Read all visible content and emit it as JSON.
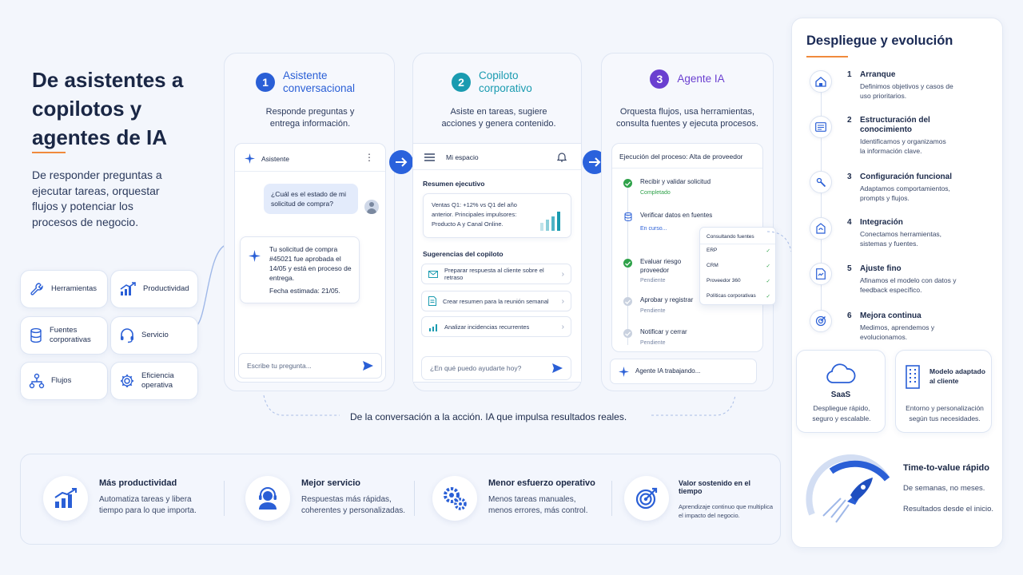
{
  "title": "De asistentes a copilotos y agentes de IA",
  "subtitle": "De responder preguntas a ejecutar tareas, orquestar flujos y potenciar los procesos de negocio.",
  "features": [
    {
      "label": "Herramientas",
      "icon": "wrench-icon"
    },
    {
      "label": "Productividad",
      "icon": "growth-chart-icon"
    },
    {
      "label": "Fuentes corporativas",
      "icon": "database-icon"
    },
    {
      "label": "Servicio",
      "icon": "headset-icon"
    },
    {
      "label": "Flujos",
      "icon": "flow-icon"
    },
    {
      "label": "Eficiencia operativa",
      "icon": "gear-icon"
    }
  ],
  "stages": [
    {
      "num": "1",
      "title": "Asistente conversacional",
      "desc": "Responde preguntas y entrega información.",
      "color": "#2a5fd6"
    },
    {
      "num": "2",
      "title": "Copiloto corporativo",
      "desc": "Asiste en tareas, sugiere acciones y genera contenido.",
      "color": "#1a9bb0"
    },
    {
      "num": "3",
      "title": "Agente IA",
      "desc": "Orquesta flujos, usa herramientas, consulta fuentes y ejecuta procesos.",
      "color": "#6a3fd0"
    }
  ],
  "assistant": {
    "header": "Asistente",
    "user_msg": "¿Cuál es el estado de mi solicitud de compra?",
    "bot_msg": "Tu solicitud de compra #45021 fue aprobada el 14/05 y está en proceso de entrega.",
    "bot_date": "Fecha estimada: 21/05.",
    "input_placeholder": "Escribe tu pregunta..."
  },
  "copilot": {
    "header": "Mi espacio",
    "summary_title": "Resumen ejecutivo",
    "summary_text": "Ventas Q1: +12% vs Q1 del año anterior. Principales impulsores: Producto A y Canal Online.",
    "suggestions_title": "Sugerencias del copiloto",
    "suggestions": [
      "Preparar respuesta al cliente sobre el retraso",
      "Crear resumen para la reunión semanal",
      "Analizar incidencias recurrentes"
    ],
    "input_placeholder": "¿En qué puedo ayudarte hoy?"
  },
  "agent": {
    "header": "Ejecución del proceso: Alta de proveedor",
    "steps": [
      {
        "title": "Recibir y validar solicitud",
        "status": "Completado",
        "state": "done"
      },
      {
        "title": "Verificar datos en fuentes",
        "status": "En curso...",
        "state": "active"
      },
      {
        "title": "Evaluar riesgo proveedor",
        "status": "Pendiente",
        "state": "done"
      },
      {
        "title": "Aprobar y registrar",
        "status": "Pendiente",
        "state": "pending"
      },
      {
        "title": "Notificar y cerrar",
        "status": "Pendiente",
        "state": "pending"
      }
    ],
    "sources_title": "Consultando fuentes",
    "sources": [
      "ERP",
      "CRM",
      "Proveedor 360",
      "Políticas corporativas"
    ],
    "working": "Agente IA trabajando..."
  },
  "tagline": "De la conversación a la acción. IA que impulsa resultados reales.",
  "benefits": [
    {
      "title": "Más productividad",
      "desc": "Automatiza tareas y libera tiempo para lo que importa.",
      "icon": "growth-chart-icon"
    },
    {
      "title": "Mejor servicio",
      "desc": "Respuestas más rápidas, coherentes y personalizadas.",
      "icon": "agent-headset-icon"
    },
    {
      "title": "Menor esfuerzo operativo",
      "desc": "Menos tareas manuales, menos errores, más control.",
      "icon": "gears-icon"
    },
    {
      "title": "Valor sostenido en el tiempo",
      "desc": "Aprendizaje continuo que multiplica el impacto del negocio.",
      "icon": "target-icon"
    }
  ],
  "deploy": {
    "title": "Despliegue y evolución",
    "steps": [
      {
        "num": "1",
        "title": "Arranque",
        "desc": "Definimos objetivos y casos de uso prioritarios.",
        "icon": "home-icon"
      },
      {
        "num": "2",
        "title": "Estructuración del conocimiento",
        "desc": "Identificamos y organizamos la información clave.",
        "icon": "document-icon"
      },
      {
        "num": "3",
        "title": "Configuración funcional",
        "desc": "Adaptamos comportamientos, prompts y flujos.",
        "icon": "settings-icon"
      },
      {
        "num": "4",
        "title": "Integración",
        "desc": "Conectamos herramientas, sistemas y fuentes.",
        "icon": "integration-icon"
      },
      {
        "num": "5",
        "title": "Ajuste fino",
        "desc": "Afinamos el modelo con datos y feedback específico.",
        "icon": "tuning-icon"
      },
      {
        "num": "6",
        "title": "Mejora continua",
        "desc": "Medimos, aprendemos y evolucionamos.",
        "icon": "target-icon"
      }
    ],
    "saas": {
      "title": "SaaS",
      "desc": "Despliegue rápido, seguro y escalable."
    },
    "onprem": {
      "title": "Modelo adaptado al cliente",
      "desc": "Entorno y personalización según tus necesidades."
    },
    "ttv": {
      "title": "Time-to-value rápido",
      "line1": "De semanas, no meses.",
      "line2": "Resultados desde el inicio."
    }
  }
}
